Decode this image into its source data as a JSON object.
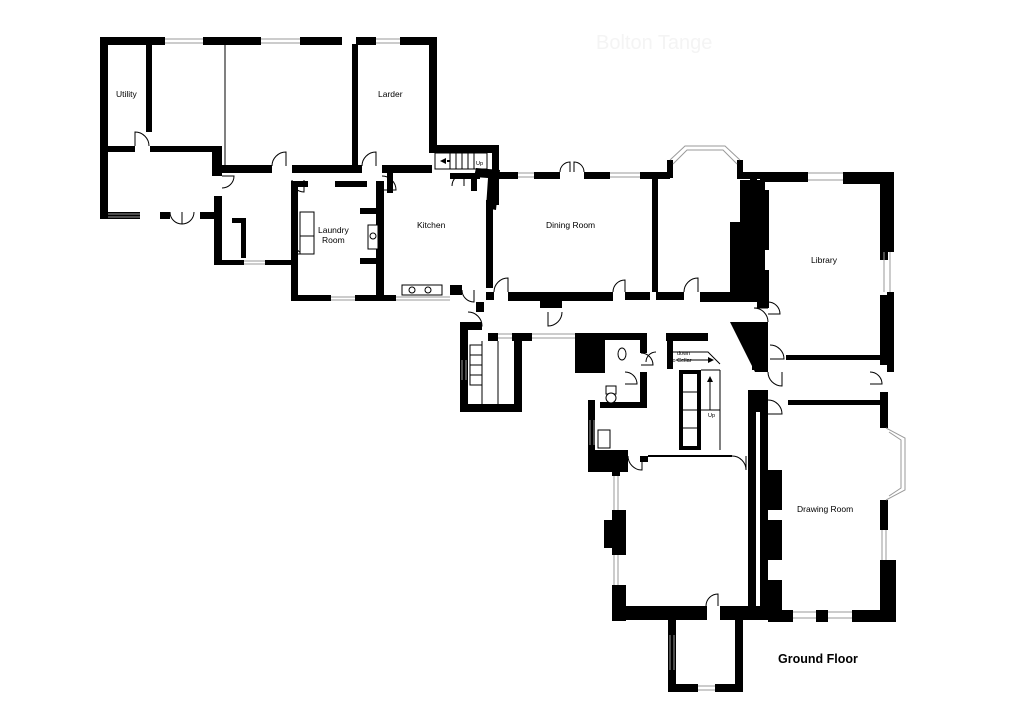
{
  "watermark": "Bolton Tange",
  "floor_label": "Ground Floor",
  "rooms": {
    "utility": "Utility",
    "larder": "Larder",
    "laundry_line1": "Laundry",
    "laundry_line2": "Room",
    "kitchen": "Kitchen",
    "dining_room": "Dining Room",
    "library": "Library",
    "drawing_room": "Drawing Room"
  },
  "stair_labels": {
    "up_top": "Up",
    "down_line1": "down",
    "down_line2": "to Cellar",
    "up_main": "Up"
  }
}
